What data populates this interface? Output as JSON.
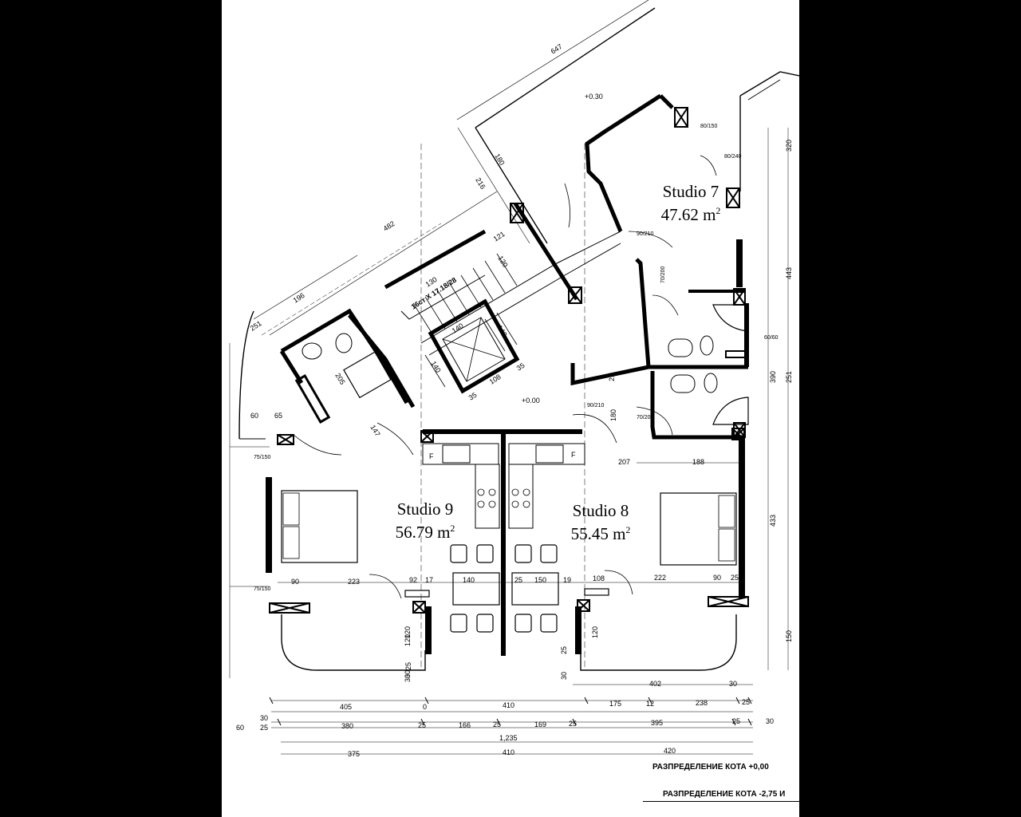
{
  "studios": [
    {
      "name": "Studio 7",
      "area": "47.62 m",
      "sup": "2"
    },
    {
      "name": "Studio 9",
      "area": "56.79 m",
      "sup": "2"
    },
    {
      "name": "Studio 8",
      "area": "55.45 m",
      "sup": "2"
    }
  ],
  "levels": {
    "upper": "+0.30",
    "main": "+0.00"
  },
  "stair_note": "16ст X 17.18/28",
  "captions": {
    "primary": "РАЗПРЕДЕЛЕНИЕ  КОТА +0,00",
    "secondary": "РАЗПРЕДЕЛЕНИЕ КОТА -2,75 И"
  },
  "dims": {
    "diag": [
      "647",
      "482",
      "196",
      "251",
      "216",
      "180",
      "121",
      "120",
      "130"
    ],
    "elevator": [
      "140",
      "140",
      "140",
      "108",
      "35",
      "35"
    ],
    "doors": [
      "80/150",
      "80/240",
      "90/210",
      "70/200",
      "60/60",
      "90/210",
      "70/200",
      "75/150",
      "75/150"
    ],
    "row1": [
      "207",
      "188"
    ],
    "row2": [
      "90",
      "223",
      "92",
      "17",
      "140",
      "25",
      "150",
      "19",
      "108",
      "222",
      "90",
      "25"
    ],
    "right": [
      "320",
      "443",
      "390",
      "251",
      "433",
      "150"
    ],
    "left": [
      "60",
      "65",
      "205",
      "147",
      "120",
      "25",
      "30"
    ],
    "bottom1": [
      "402",
      "30"
    ],
    "bottom2": [
      "405",
      "0",
      "410",
      "175",
      "12",
      "238",
      "25"
    ],
    "bottom3": [
      "30",
      "25",
      "380",
      "25",
      "166",
      "25",
      "169",
      "25",
      "395",
      "25",
      "30",
      "60"
    ],
    "total": "1,235",
    "bottom4": [
      "375",
      "410",
      "420"
    ],
    "misc": [
      "F",
      "F",
      "180",
      "25",
      "30",
      "120",
      "120",
      "25",
      "30"
    ]
  }
}
